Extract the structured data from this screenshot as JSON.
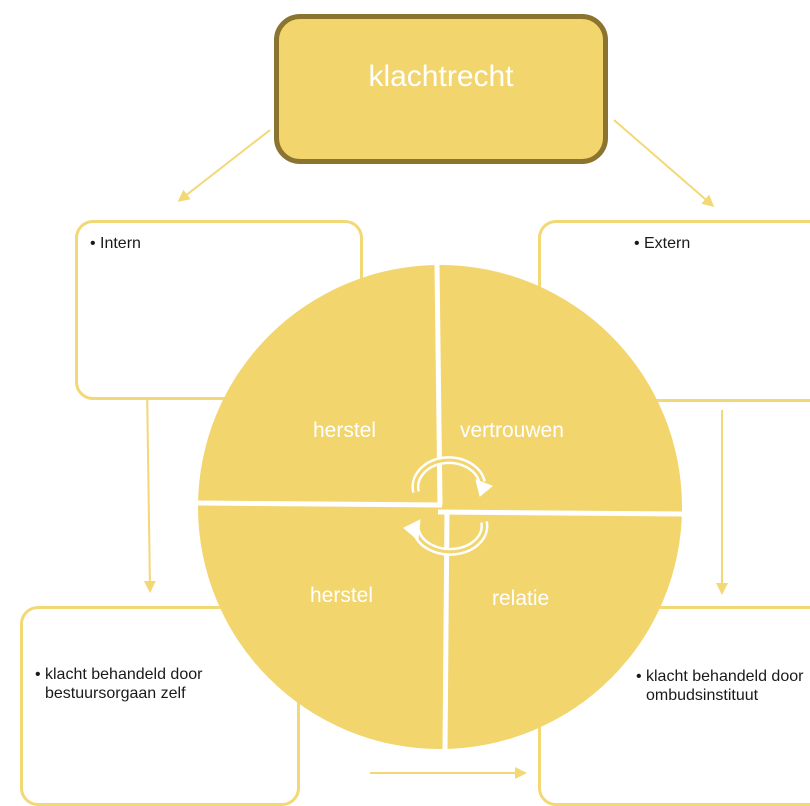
{
  "title": "klachtrecht",
  "left_box": {
    "items": [
      "Intern"
    ]
  },
  "right_box": {
    "items": [
      "Extern"
    ]
  },
  "bottom_left_box": {
    "items": [
      "klacht behandeld door bestuursorgaan zelf"
    ]
  },
  "bottom_right_box": {
    "items": [
      "klacht behandeld door ombudsinstituut"
    ]
  },
  "quadrants": {
    "top_left": "herstel",
    "top_right": "vertrouwen",
    "bottom_left": "herstel",
    "bottom_right": "relatie"
  },
  "colors": {
    "fill": "#f2d56d",
    "border": "#8b7430",
    "outline": "#f3d876",
    "arrow": "#f3d876"
  }
}
